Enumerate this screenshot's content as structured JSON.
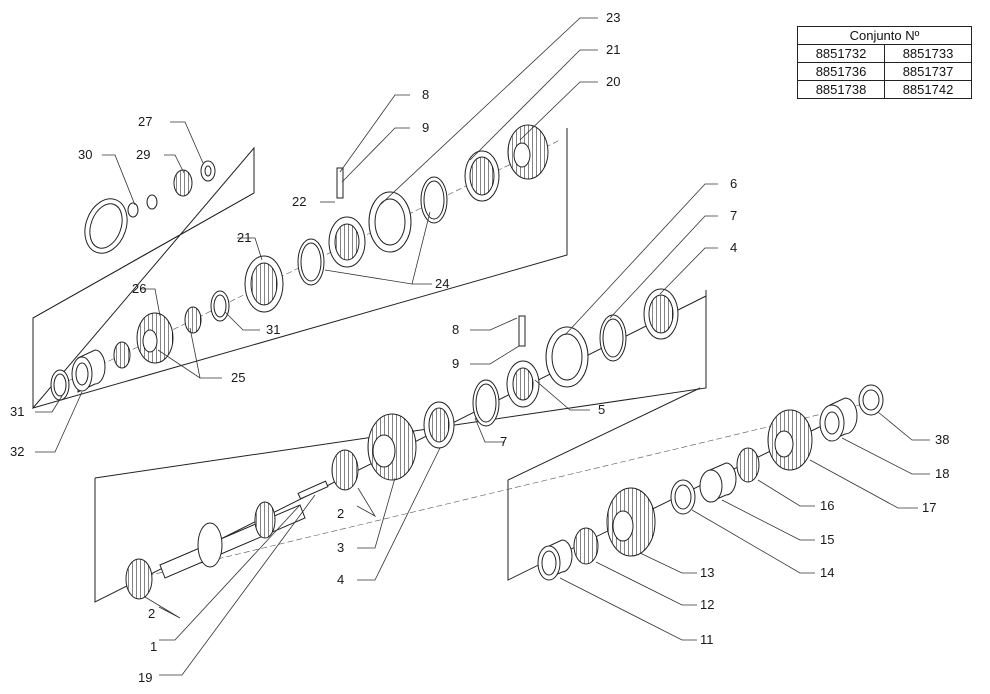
{
  "table": {
    "header": "Conjunto Nº",
    "rows": [
      [
        "8851732",
        "8851733"
      ],
      [
        "8851736",
        "8851737"
      ],
      [
        "8851738",
        "8851742"
      ]
    ]
  },
  "callouts": {
    "c23": "23",
    "c21a": "21",
    "c20": "20",
    "c8a": "8",
    "c9a": "9",
    "c27": "27",
    "c30": "30",
    "c29": "29",
    "c22": "22",
    "c21b": "21",
    "c24": "24",
    "c26": "26",
    "c31a": "31",
    "c25": "25",
    "c31b": "31",
    "c32": "32",
    "c6": "6",
    "c7a": "7",
    "c4a": "4",
    "c8b": "8",
    "c9b": "9",
    "c5": "5",
    "c7b": "7",
    "c2a": "2",
    "c3": "3",
    "c4b": "4",
    "c2b": "2",
    "c1": "1",
    "c19": "19",
    "c38": "38",
    "c18": "18",
    "c16": "16",
    "c17": "17",
    "c15": "15",
    "c13": "13",
    "c14": "14",
    "c12": "12",
    "c11": "11"
  }
}
